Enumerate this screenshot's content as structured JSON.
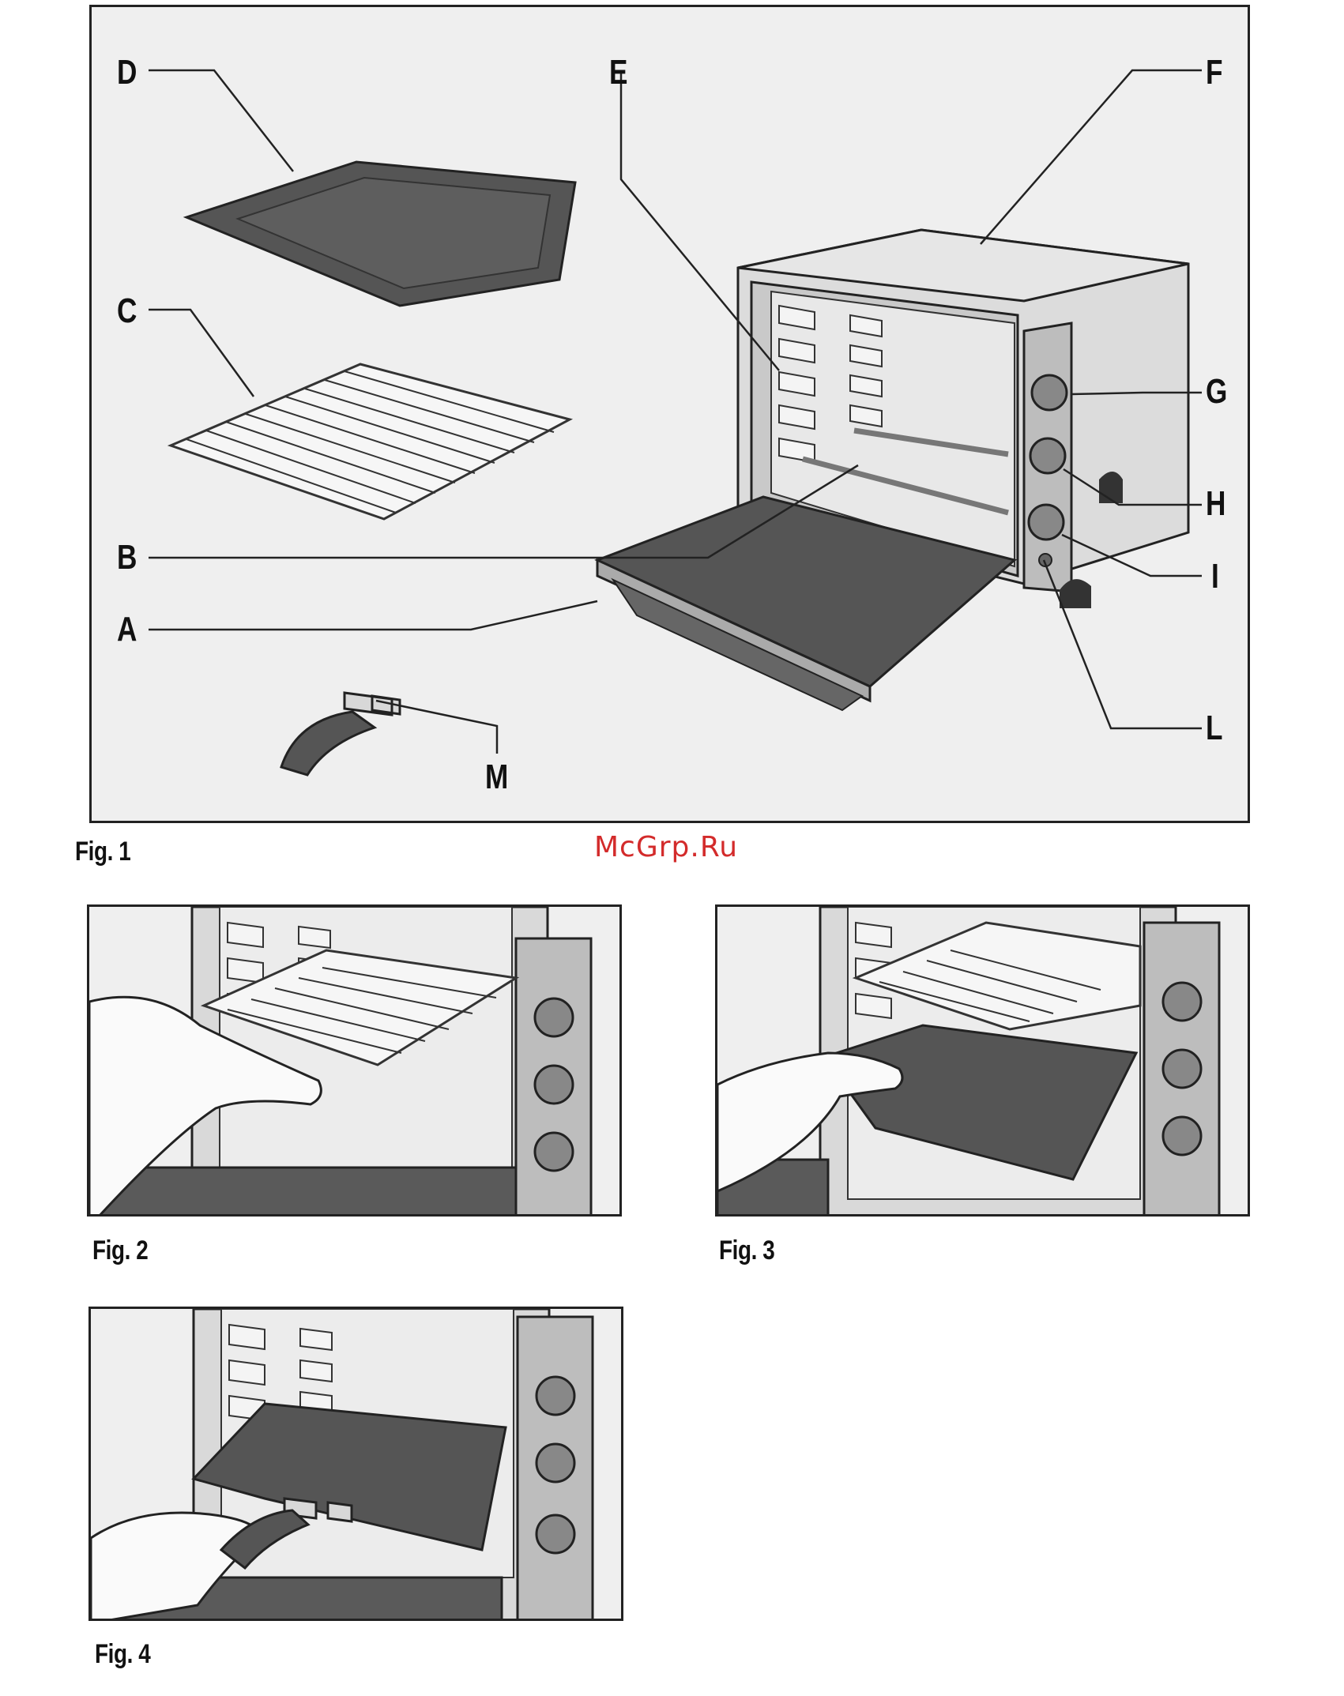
{
  "watermark": "McGrp.Ru",
  "figures": {
    "fig1": {
      "caption": "Fig. 1",
      "labels": {
        "A": "A",
        "B": "B",
        "C": "C",
        "D": "D",
        "E": "E",
        "F": "F",
        "G": "G",
        "H": "H",
        "I": "I",
        "L": "L",
        "M": "M"
      }
    },
    "fig2": {
      "caption": "Fig. 2"
    },
    "fig3": {
      "caption": "Fig. 3"
    },
    "fig4": {
      "caption": "Fig. 4"
    }
  },
  "colors": {
    "panel_bg": "#efefef",
    "metal_light": "#d9d9d9",
    "metal_mid": "#b5b5b5",
    "tray_dark": "#555555",
    "outline": "#222222",
    "watermark": "#d32b2b"
  }
}
